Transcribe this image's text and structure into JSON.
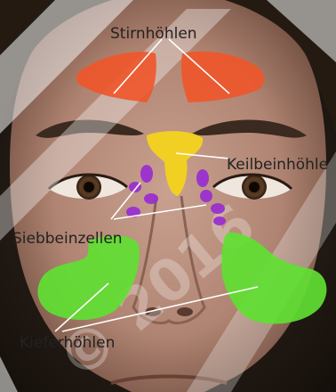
{
  "labels": {
    "frontal": "Stirnhöhlen",
    "sphenoid": "Keilbeinhöhle",
    "ethmoid": "Siebbeinzellen",
    "maxillary": "Kieferhöhlen"
  },
  "watermark": "© 2016",
  "colors": {
    "frontal": "#f0552a",
    "sphenoid": "#f4d21e",
    "ethmoid": "#9a2fd0",
    "maxillary": "#5fe032",
    "label_text": "#222222",
    "leader_line": "#ffffff"
  }
}
